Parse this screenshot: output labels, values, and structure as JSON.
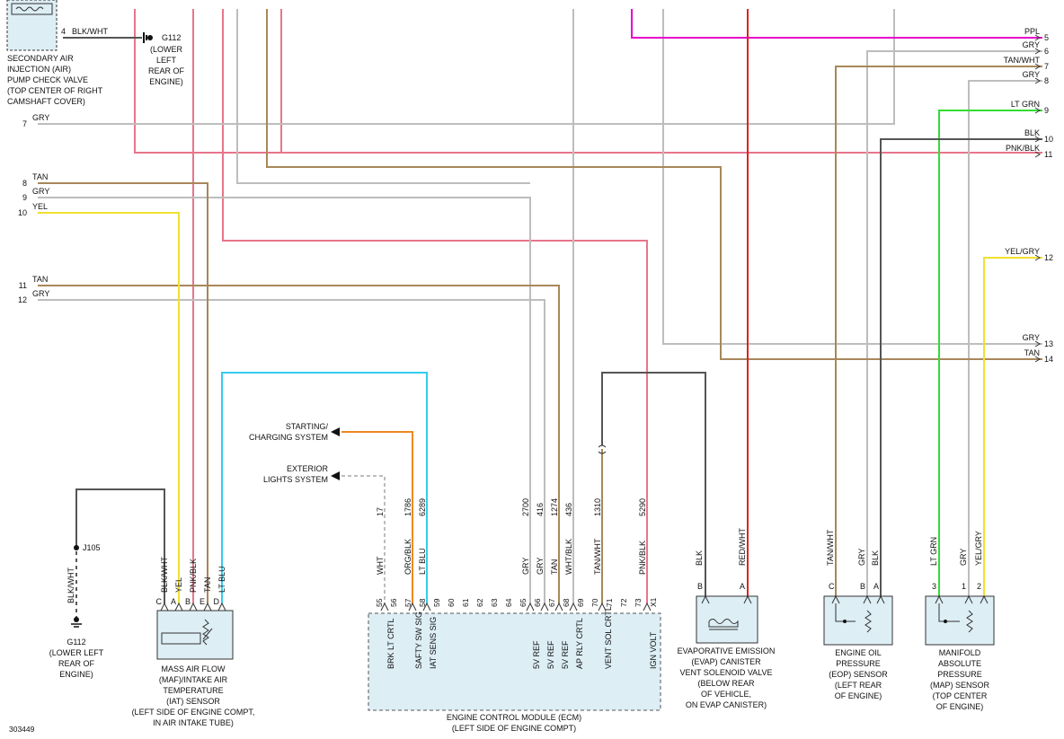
{
  "wires": {
    "ppl": "PPL",
    "gry": "GRY",
    "tan_wht": "TAN/WHT",
    "lt_grn": "LT GRN",
    "blk": "BLK",
    "pnk_blk": "PNK/BLK",
    "yel_gry": "YEL/GRY",
    "tan": "TAN",
    "yel": "YEL",
    "blk_wht": "BLK/WHT",
    "lt_blu": "LT BLU",
    "wht": "WHT",
    "org_blk": "ORG/BLK",
    "wht_blk": "WHT/BLK",
    "red_wht": "RED/WHT"
  },
  "right_pins": [
    "5",
    "6",
    "7",
    "8",
    "9",
    "10",
    "11",
    "12",
    "13",
    "14"
  ],
  "left_pins": [
    "7",
    "8",
    "9",
    "10",
    "11",
    "12"
  ],
  "air_valve": {
    "pin": "4",
    "name": [
      "SECONDARY AIR",
      "INJECTION (AIR)",
      "PUMP CHECK VALVE",
      "(TOP CENTER OF RIGHT",
      "CAMSHAFT COVER)"
    ]
  },
  "ground_top": {
    "id": "G112",
    "loc": [
      "(LOWER",
      "LEFT",
      "REAR OF",
      "ENGINE)"
    ]
  },
  "ground_bottom": {
    "id": "G112",
    "loc": [
      "(LOWER LEFT",
      "REAR OF",
      "ENGINE)"
    ]
  },
  "splice": "J105",
  "maf": {
    "pins": [
      "C",
      "A",
      "B",
      "E",
      "D"
    ],
    "name": [
      "MASS AIR FLOW",
      "(MAF)/INTAKE AIR",
      "TEMPERATURE",
      "(IAT) SENSOR",
      "(LEFT SIDE OF ENGINE COMPT,",
      "IN AIR INTAKE TUBE)"
    ]
  },
  "refs": {
    "starting": [
      "STARTING/",
      "CHARGING SYSTEM"
    ],
    "exterior": [
      "EXTERIOR",
      "LIGHTS SYSTEM"
    ]
  },
  "ecm": {
    "circuits": [
      "17",
      "1786",
      "6289",
      "2700",
      "416",
      "1274",
      "436",
      "1310",
      "5290"
    ],
    "pins": [
      "55",
      "56",
      "57",
      "58",
      "59",
      "60",
      "61",
      "62",
      "63",
      "64",
      "65",
      "66",
      "67",
      "68",
      "69",
      "70",
      "71",
      "72",
      "73",
      "X1"
    ],
    "signals": [
      "BRK LT CRTL",
      "SAFTY SW SIG",
      "IAT SENS SIG",
      "5V REF",
      "5V REF",
      "5V REF",
      "AP RLY CRTL",
      "VENT SOL CRTL",
      "IGN VOLT"
    ],
    "name": [
      "ENGINE CONTROL MODULE (ECM)",
      "(LEFT SIDE OF ENGINE COMPT)"
    ]
  },
  "evap": {
    "pins": [
      "B",
      "A"
    ],
    "name": [
      "EVAPORATIVE EMISSION",
      "(EVAP) CANISTER",
      "VENT SOLENOID VALVE",
      "(BELOW REAR",
      "OF VEHICLE,",
      "ON EVAP CANISTER)"
    ]
  },
  "eop": {
    "pins": [
      "C",
      "B",
      "A"
    ],
    "name": [
      "ENGINE OIL",
      "PRESSURE",
      "(EOP) SENSOR",
      "(LEFT REAR",
      "OF ENGINE)"
    ]
  },
  "map": {
    "pins": [
      "3",
      "1",
      "2"
    ],
    "name": [
      "MANIFOLD",
      "ABSOLUTE",
      "PRESSURE",
      "(MAP) SENSOR",
      "(TOP CENTER",
      "OF ENGINE)"
    ]
  },
  "figure_id": "303449",
  "colors": {
    "pink": "#e8758a",
    "gray": "#bdbdbd",
    "tan": "#a8875a",
    "purple": "#e600cc",
    "green": "#33dd33",
    "yellow": "#f0e030",
    "cyan": "#33ccee",
    "orange": "#ee8822",
    "red": "#dd2222",
    "black": "#555555"
  }
}
